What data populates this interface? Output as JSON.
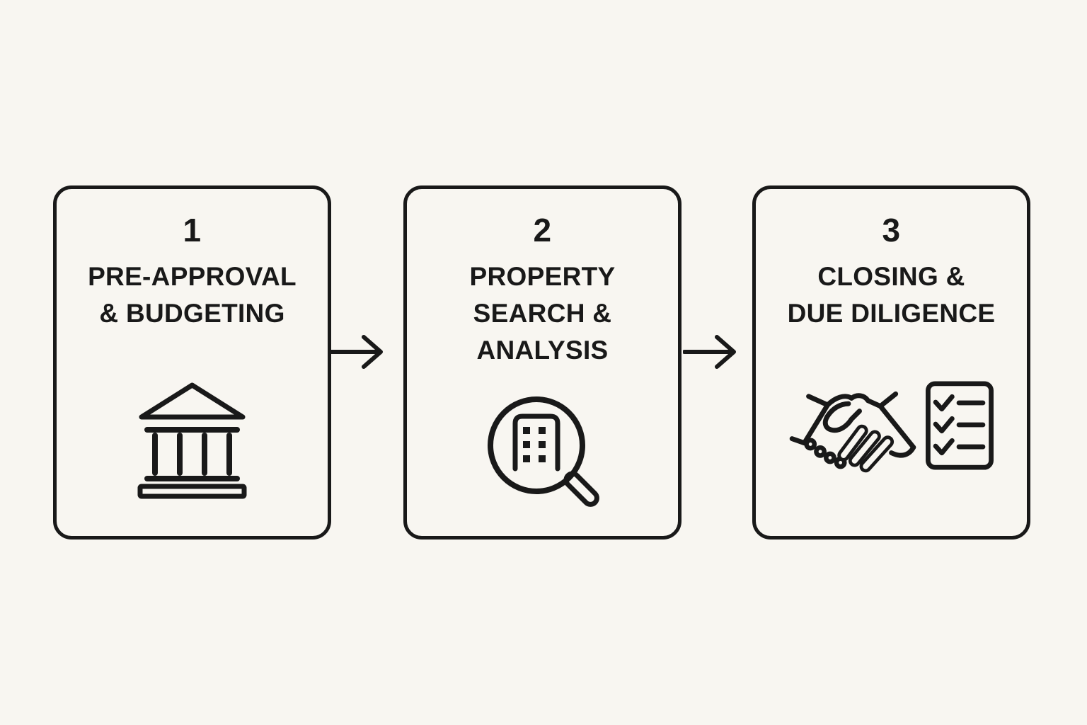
{
  "palette": {
    "background": "#f8f6f1",
    "ink": "#191919"
  },
  "diagram": {
    "kind": "horizontal-process-flow",
    "steps": [
      {
        "number": "1",
        "title": "PRE-APPROVAL\n& BUDGETING",
        "icons": [
          "bank-icon"
        ]
      },
      {
        "number": "2",
        "title": "PROPERTY\nSEARCH &\nANALYSIS",
        "icons": [
          "property-search-magnifier-icon"
        ]
      },
      {
        "number": "3",
        "title": "CLOSING &\nDUE DILIGENCE",
        "icons": [
          "handshake-icon",
          "checklist-icon"
        ]
      }
    ],
    "connectors": [
      {
        "type": "arrow-right"
      },
      {
        "type": "arrow-right"
      }
    ]
  }
}
